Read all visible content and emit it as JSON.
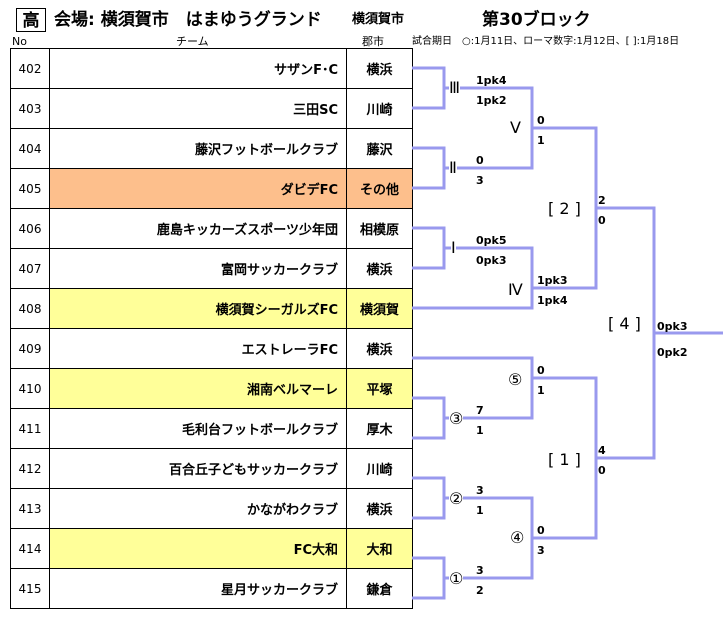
{
  "header": {
    "badge": "高",
    "venue": "会場: 横須賀市　はまゆうグランド",
    "city": "横須賀市",
    "block": "第30ブロック"
  },
  "columns": {
    "no": "No",
    "team": "チーム",
    "city": "郡市",
    "note": "試合期日　○:1月11日、ローマ数字:1月12日、[ ]:1月18日"
  },
  "teams": [
    {
      "no": "402",
      "name": "サザンF･C",
      "city": "横浜",
      "highlight": ""
    },
    {
      "no": "403",
      "name": "三田SC",
      "city": "川崎",
      "highlight": ""
    },
    {
      "no": "404",
      "name": "藤沢フットボールクラブ",
      "city": "藤沢",
      "highlight": ""
    },
    {
      "no": "405",
      "name": "ダビデFC",
      "city": "その他",
      "highlight": "orange"
    },
    {
      "no": "406",
      "name": "鹿島キッカーズスポーツ少年団",
      "city": "相模原",
      "highlight": ""
    },
    {
      "no": "407",
      "name": "富岡サッカークラブ",
      "city": "横浜",
      "highlight": ""
    },
    {
      "no": "408",
      "name": "横須賀シーガルズFC",
      "city": "横須賀",
      "highlight": "yellow"
    },
    {
      "no": "409",
      "name": "エストレーラFC",
      "city": "横浜",
      "highlight": ""
    },
    {
      "no": "410",
      "name": "湘南ベルマーレ",
      "city": "平塚",
      "highlight": "yellow"
    },
    {
      "no": "411",
      "name": "毛利台フットボールクラブ",
      "city": "厚木",
      "highlight": ""
    },
    {
      "no": "412",
      "name": "百合丘子どもサッカークラブ",
      "city": "川崎",
      "highlight": ""
    },
    {
      "no": "413",
      "name": "かながわクラブ",
      "city": "横浜",
      "highlight": ""
    },
    {
      "no": "414",
      "name": "FC大和",
      "city": "大和",
      "highlight": "yellow"
    },
    {
      "no": "415",
      "name": "星月サッカークラブ",
      "city": "鎌倉",
      "highlight": ""
    }
  ],
  "matches": {
    "m3": {
      "label": "Ⅲ",
      "top": "1pk4",
      "bottom": "1pk2"
    },
    "m2": {
      "label": "Ⅱ",
      "top": "0",
      "bottom": "3"
    },
    "m1": {
      "label": "Ⅰ",
      "top": "0pk5",
      "bottom": "0pk3"
    },
    "m5r": {
      "label": "Ⅴ",
      "top": "0",
      "bottom": "1"
    },
    "m4r": {
      "label": "Ⅳ",
      "top": "1pk3",
      "bottom": "1pk4"
    },
    "b2": {
      "label": "[ 2 ]",
      "top": "2",
      "bottom": "0"
    },
    "c5": {
      "label": "⑤",
      "top": "0",
      "bottom": "1"
    },
    "c3": {
      "label": "③",
      "top": "7",
      "bottom": "1"
    },
    "c2": {
      "label": "②",
      "top": "3",
      "bottom": "1"
    },
    "c4": {
      "label": "④",
      "top": "0",
      "bottom": "3"
    },
    "c1": {
      "label": "①",
      "top": "3",
      "bottom": "2"
    },
    "b1": {
      "label": "[ 1 ]",
      "top": "4",
      "bottom": "0"
    },
    "b4": {
      "label": "[ 4 ]",
      "top": "0pk3",
      "bottom": "0pk2"
    }
  },
  "colors": {
    "line": "#9999ee",
    "orange": "#fdbf8c",
    "yellow": "#ffff99"
  }
}
